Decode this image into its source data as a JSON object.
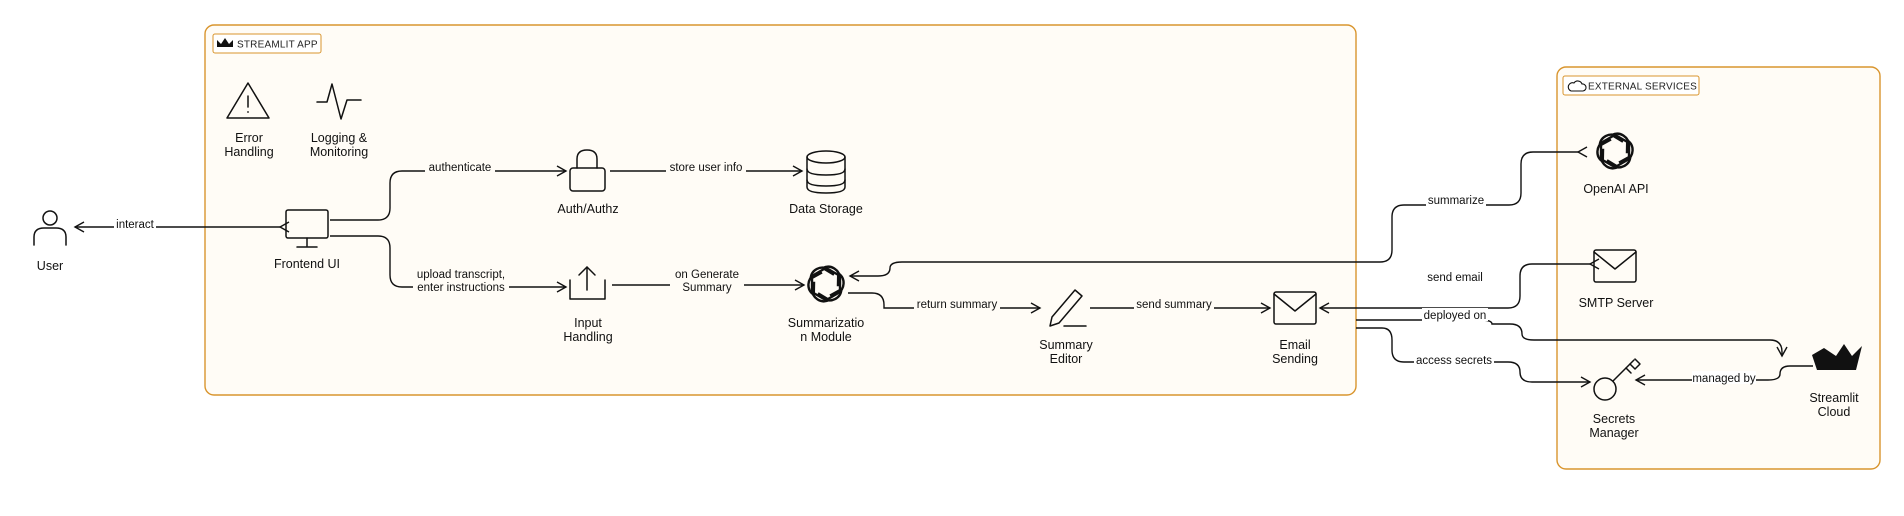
{
  "groups": {
    "streamlit_app": "STREAMLIT APP",
    "external_services": "EXTERNAL SERVICES"
  },
  "nodes": {
    "user": {
      "label": "User",
      "icon": "user-icon"
    },
    "error_handling": {
      "line1": "Error",
      "line2": "Handling",
      "icon": "warning-icon"
    },
    "logging": {
      "line1": "Logging &",
      "line2": "Monitoring",
      "icon": "activity-icon"
    },
    "frontend": {
      "label": "Frontend UI",
      "icon": "monitor-icon"
    },
    "auth": {
      "label": "Auth/Authz",
      "icon": "lock-icon"
    },
    "data_storage": {
      "label": "Data Storage",
      "icon": "database-icon"
    },
    "input": {
      "line1": "Input",
      "line2": "Handling",
      "icon": "upload-icon"
    },
    "summarization": {
      "line1": "Summarizatio",
      "line2": "n Module",
      "icon": "openai-icon"
    },
    "summary_editor": {
      "line1": "Summary",
      "line2": "Editor",
      "icon": "pen-icon"
    },
    "email_sending": {
      "line1": "Email",
      "line2": "Sending",
      "icon": "mail-icon"
    },
    "openai": {
      "label": "OpenAI API",
      "icon": "openai-icon"
    },
    "smtp": {
      "label": "SMTP Server",
      "icon": "mail-icon"
    },
    "secrets": {
      "line1": "Secrets",
      "line2": "Manager",
      "icon": "key-icon"
    },
    "streamlit_cloud": {
      "line1": "Streamlit",
      "line2": "Cloud",
      "icon": "streamlit-crown-icon"
    }
  },
  "edges": {
    "interact": "interact",
    "authenticate": "authenticate",
    "store_user_info": "store user info",
    "upload_line1": "upload transcript,",
    "upload_line2": "enter instructions",
    "generate_line1": "on Generate",
    "generate_line2": "Summary",
    "return_summary": "return summary",
    "send_summary": "send summary",
    "summarize": "summarize",
    "send_email": "send email",
    "deployed_on": "deployed on",
    "access_secrets": "access secrets",
    "managed_by": "managed by"
  },
  "colors": {
    "group_border": "#d9952e",
    "group_fill": "#fffcf6",
    "line": "#111111"
  }
}
